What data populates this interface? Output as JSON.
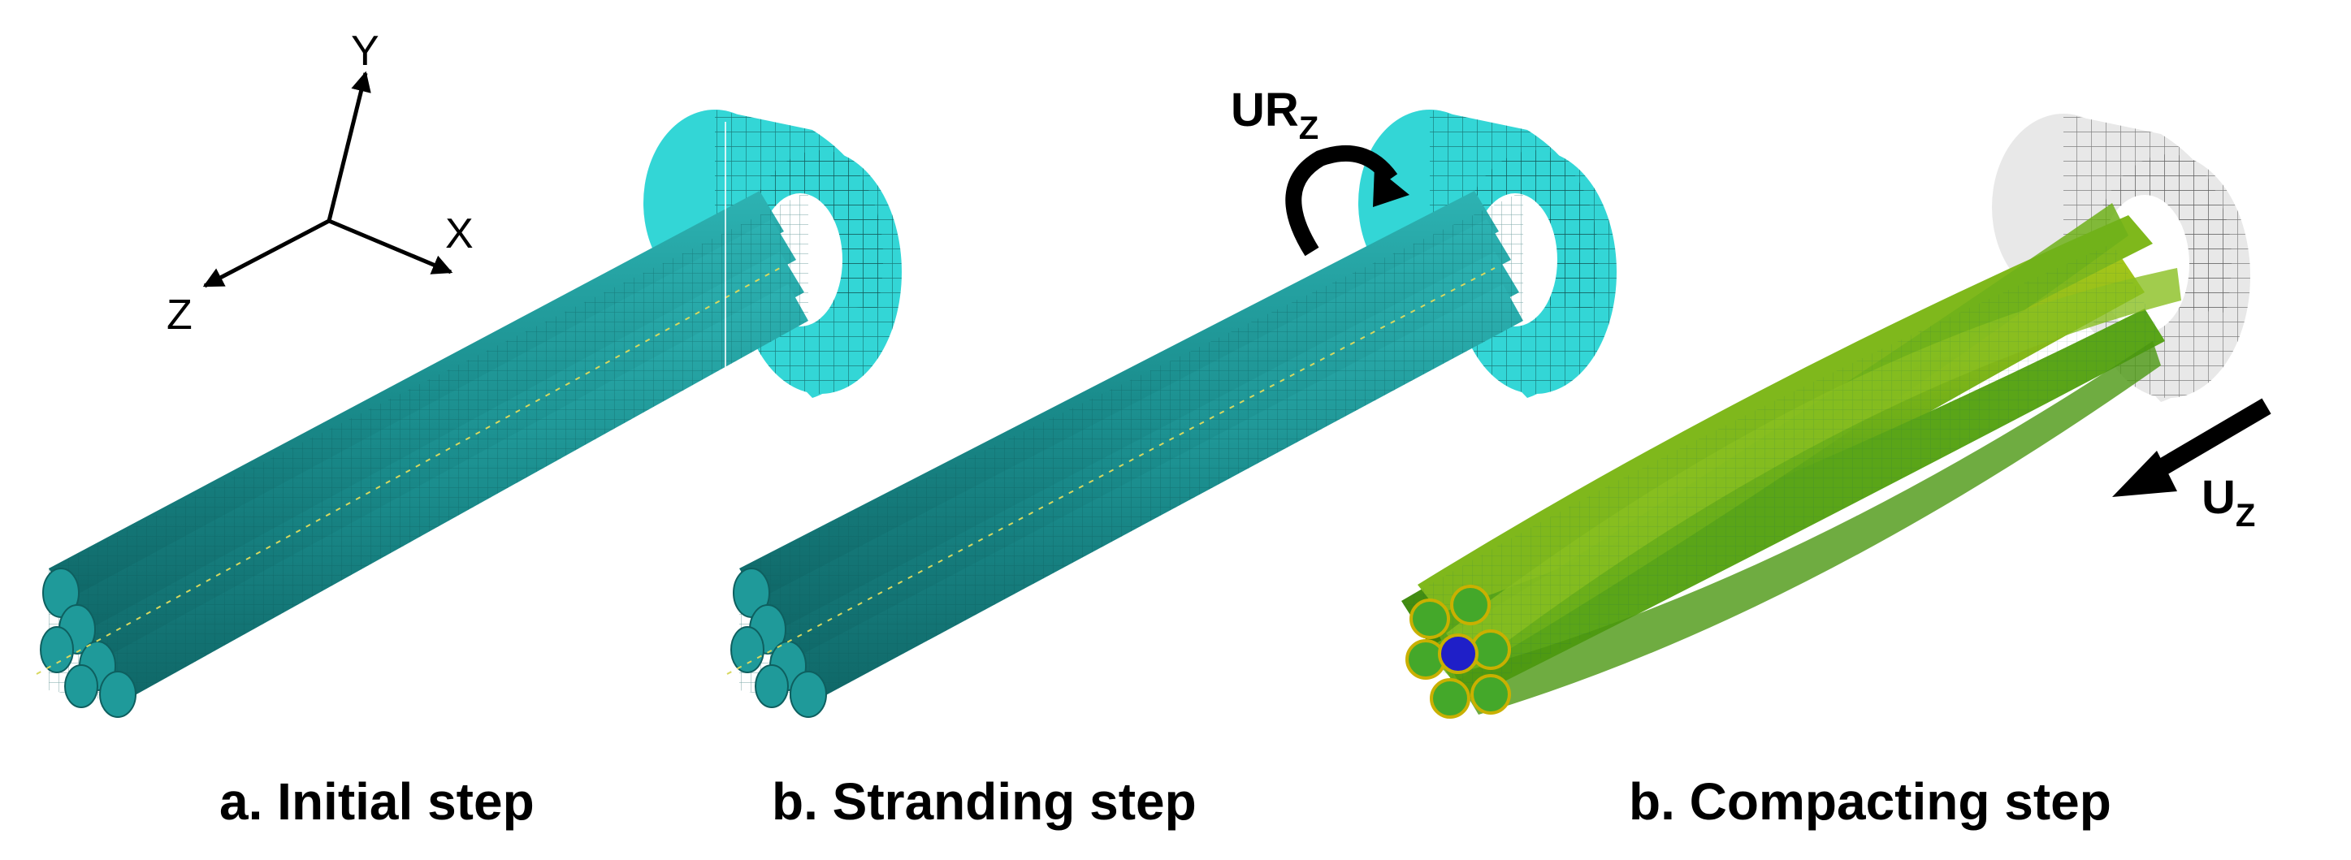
{
  "axes": {
    "y": "Y",
    "x": "X",
    "z": "Z"
  },
  "loads": {
    "rotation_main": "UR",
    "rotation_sub": "Z",
    "displacement_main": "U",
    "displacement_sub": "Z"
  },
  "captions": {
    "initial": "a. Initial step",
    "stranding": "b. Stranding step",
    "compacting": "b. Compacting step"
  },
  "colors": {
    "mesh_teal": "#1f9a9a",
    "die_cyan": "#33d6d6",
    "die_gray": "#e8e8e8",
    "strand_green": "#66b21a",
    "core_blue": "#1f1fc8"
  }
}
